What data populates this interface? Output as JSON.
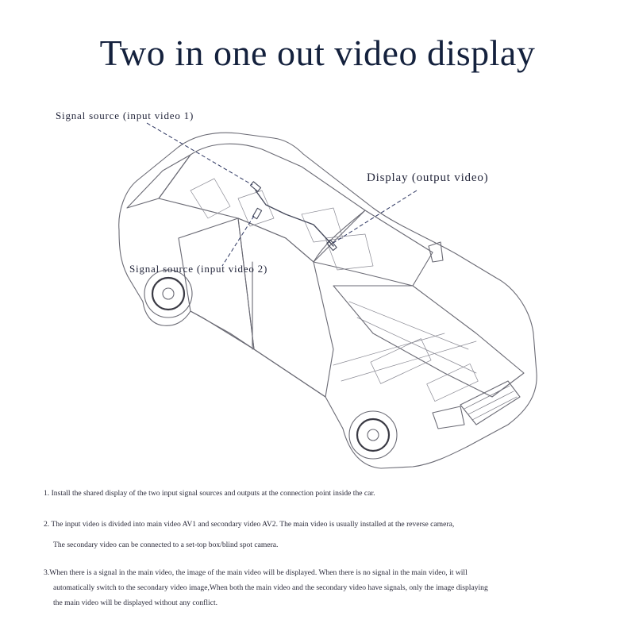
{
  "title": "Two in one out video display",
  "diagram": {
    "callouts": {
      "input1": "Signal source (input video 1)",
      "output": "Display (output video)",
      "input2": "Signal source (input video 2)"
    },
    "colors": {
      "outline": "#5a5a66",
      "accent": "#14213d",
      "leader": "#2c3560"
    }
  },
  "notes": [
    {
      "lines": [
        "1. Install the shared display of the two input signal sources and outputs at the connection point inside the car."
      ]
    },
    {
      "lines": [
        "2. The input video is divided into main video AV1 and secondary video AV2. The main video is usually installed at the reverse camera,",
        "The secondary video can be connected to a set-top box/blind spot camera."
      ]
    },
    {
      "lines": [
        "3.When there is a signal in the main video, the image of the main video will be displayed. When there is no signal in the main video, it will",
        "automatically switch to the secondary video image,When both the main video and the secondary video have signals, only the image displaying",
        "the main video will be displayed without any conflict."
      ]
    }
  ]
}
